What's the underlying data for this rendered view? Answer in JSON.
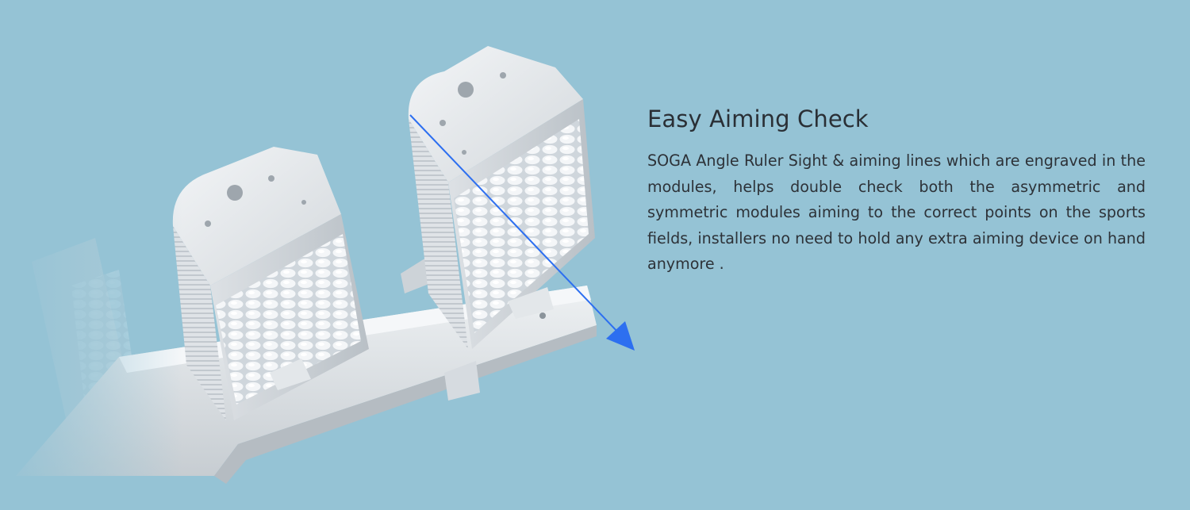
{
  "feature": {
    "title": "Easy Aiming Check",
    "description": "SOGA Angle Ruler Sight & aiming lines which are engraved in the modules, helps double check both the asymmetric and symmetric modules aiming to the correct points on the sports fields, installers no need to hold any extra aiming device on hand anymore ."
  },
  "colors": {
    "background": "#95c3d5",
    "title_text": "#2a2f35",
    "body_text": "#2d3238",
    "aiming_arrow": "#2d6ff0",
    "housing": "#e6e9ec"
  },
  "illustration": {
    "subject": "floodlight-modules-with-aiming-line",
    "module_count": 2,
    "icons": [
      "aiming-arrow-icon"
    ]
  }
}
